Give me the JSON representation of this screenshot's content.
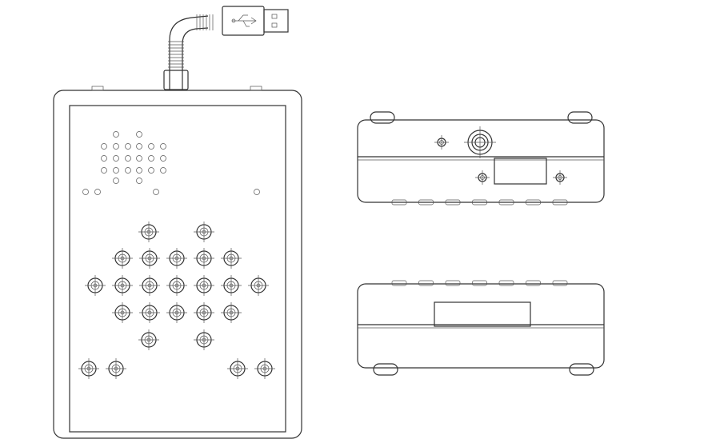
{
  "drawing": {
    "line_color": "#333333",
    "background": "#ffffff",
    "views": [
      "front-view",
      "side-view-top",
      "side-view-bottom"
    ],
    "icons": [
      "usb-icon"
    ]
  }
}
